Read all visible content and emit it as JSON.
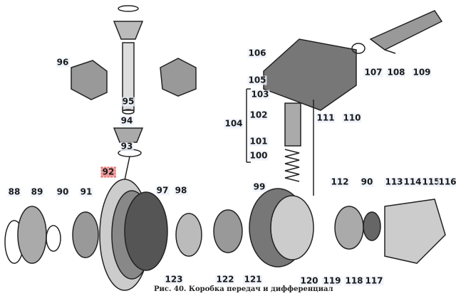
{
  "figure": {
    "caption": "Рис. 40. Коробка передач и дифференциал",
    "highlighted_label": "92",
    "highlight_color": "#f29a9a",
    "labels": [
      "96",
      "95",
      "94",
      "93",
      "92",
      "88",
      "89",
      "90",
      "91",
      "97",
      "98",
      "99",
      "106",
      "105",
      "103",
      "102",
      "104",
      "101",
      "100",
      "111",
      "110",
      "107",
      "108",
      "109",
      "112",
      "90",
      "113",
      "114",
      "115",
      "116",
      "123",
      "122",
      "121",
      "120",
      "119",
      "118",
      "117"
    ]
  }
}
